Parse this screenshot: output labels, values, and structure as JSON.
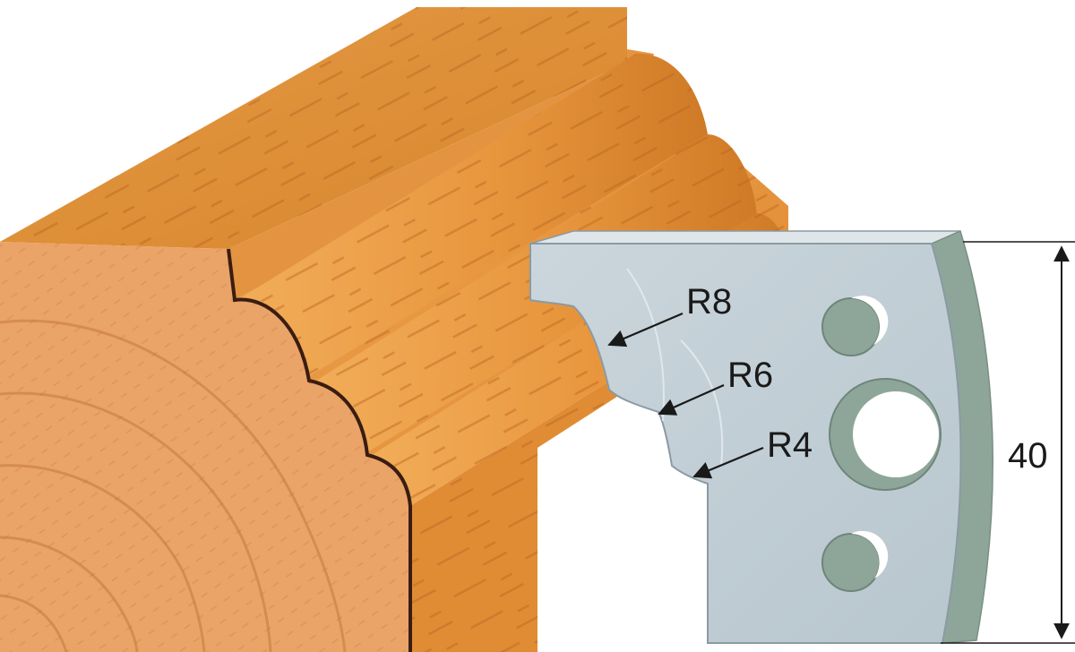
{
  "labels": {
    "radius_large": "R8",
    "radius_medium": "R6",
    "radius_small": "R4",
    "height": "40"
  },
  "colors": {
    "wood_face": "#e8963e",
    "wood_top": "#dc8a30",
    "wood_end_grain": "#e9a266",
    "profile_line": "#3a1d12",
    "knife_face": "#c3cfd6",
    "knife_bevel": "#8ea699",
    "knife_outline": "#8b9aa3",
    "hole_fill": "#8ea699",
    "text": "#1a1a1a"
  }
}
